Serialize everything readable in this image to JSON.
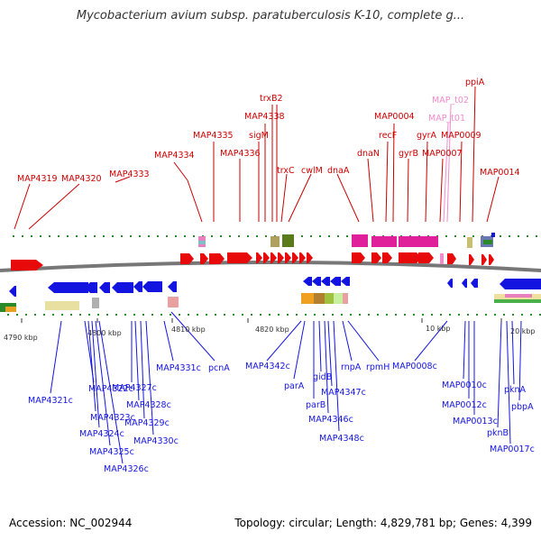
{
  "title": "Mycobacterium avium subsp. paratuberculosis K-10, complete g...",
  "footer": {
    "accession": "Accession: NC_002944",
    "stats": "Topology: circular; Length: 4,829,781 bp; Genes: 4,399"
  },
  "colors": {
    "forward": "#e8090a",
    "reverse": "#1414e0",
    "rna": "#f08ccc",
    "backbone": "#666666"
  },
  "top_labels": [
    {
      "text": "MAP4319",
      "color": "#cc0000"
    },
    {
      "text": "MAP4320",
      "color": "#cc0000"
    },
    {
      "text": "MAP4333",
      "color": "#cc0000"
    },
    {
      "text": "MAP4334",
      "color": "#cc0000"
    },
    {
      "text": "MAP4335",
      "color": "#cc0000"
    },
    {
      "text": "MAP4336",
      "color": "#cc0000"
    },
    {
      "text": "sigM",
      "color": "#cc0000"
    },
    {
      "text": "MAP4338",
      "color": "#cc0000"
    },
    {
      "text": "trxB2",
      "color": "#cc0000"
    },
    {
      "text": "trxC",
      "color": "#cc0000"
    },
    {
      "text": "cwlM",
      "color": "#cc0000"
    },
    {
      "text": "dnaA",
      "color": "#cc0000"
    },
    {
      "text": "dnaN",
      "color": "#cc0000"
    },
    {
      "text": "recF",
      "color": "#cc0000"
    },
    {
      "text": "MAP0004",
      "color": "#cc0000"
    },
    {
      "text": "gyrB",
      "color": "#cc0000"
    },
    {
      "text": "gyrA",
      "color": "#cc0000"
    },
    {
      "text": "MAP0007",
      "color": "#cc0000"
    },
    {
      "text": "MAP_t01",
      "color": "#f08ccc"
    },
    {
      "text": "MAP_t02",
      "color": "#f08ccc"
    },
    {
      "text": "MAP0009",
      "color": "#cc0000"
    },
    {
      "text": "ppiA",
      "color": "#cc0000"
    },
    {
      "text": "MAP0014",
      "color": "#cc0000"
    }
  ],
  "bottom_labels": [
    {
      "text": "MAP4321c"
    },
    {
      "text": "MAP4322c"
    },
    {
      "text": "MAP4323c"
    },
    {
      "text": "MAP4324c"
    },
    {
      "text": "MAP4325c"
    },
    {
      "text": "MAP4326c"
    },
    {
      "text": "MAP4327c"
    },
    {
      "text": "MAP4328c"
    },
    {
      "text": "MAP4329c"
    },
    {
      "text": "MAP4330c"
    },
    {
      "text": "MAP4331c"
    },
    {
      "text": "pcnA"
    },
    {
      "text": "MAP4342c"
    },
    {
      "text": "parA"
    },
    {
      "text": "parB"
    },
    {
      "text": "gidB"
    },
    {
      "text": "MAP4346c"
    },
    {
      "text": "MAP4347c"
    },
    {
      "text": "MAP4348c"
    },
    {
      "text": "rnpA"
    },
    {
      "text": "rpmH"
    },
    {
      "text": "MAP0008c"
    },
    {
      "text": "MAP0010c"
    },
    {
      "text": "MAP0012c"
    },
    {
      "text": "MAP0013c"
    },
    {
      "text": "pknB"
    },
    {
      "text": "MAP0017c"
    },
    {
      "text": "pknA"
    },
    {
      "text": "pbpA"
    }
  ],
  "ticks": [
    {
      "text": "4790 kbp"
    },
    {
      "text": "4800 kbp"
    },
    {
      "text": "4810 kbp"
    },
    {
      "text": "4820 kbp"
    },
    {
      "text": "10 kbp"
    },
    {
      "text": "20 kbp"
    }
  ]
}
